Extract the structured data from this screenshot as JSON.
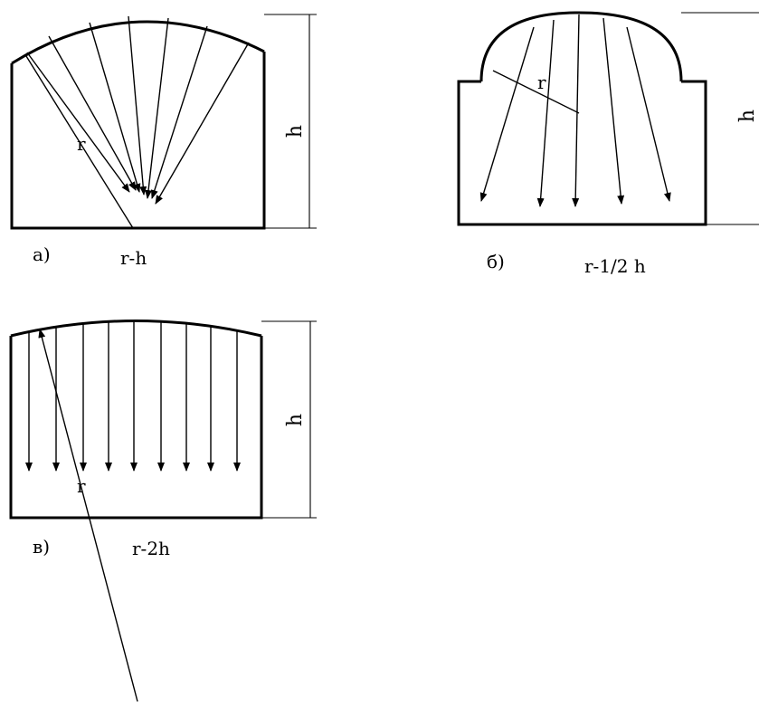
{
  "figure_a": {
    "label": "а)",
    "formula": "r-h",
    "radius_label": "r",
    "height_label": "h"
  },
  "figure_b": {
    "label": "б)",
    "formula": "r-1/2 h",
    "radius_label": "r",
    "height_label": "h"
  },
  "figure_c": {
    "label": "в)",
    "formula": "r-2h",
    "radius_label": "r",
    "height_label": "h"
  }
}
